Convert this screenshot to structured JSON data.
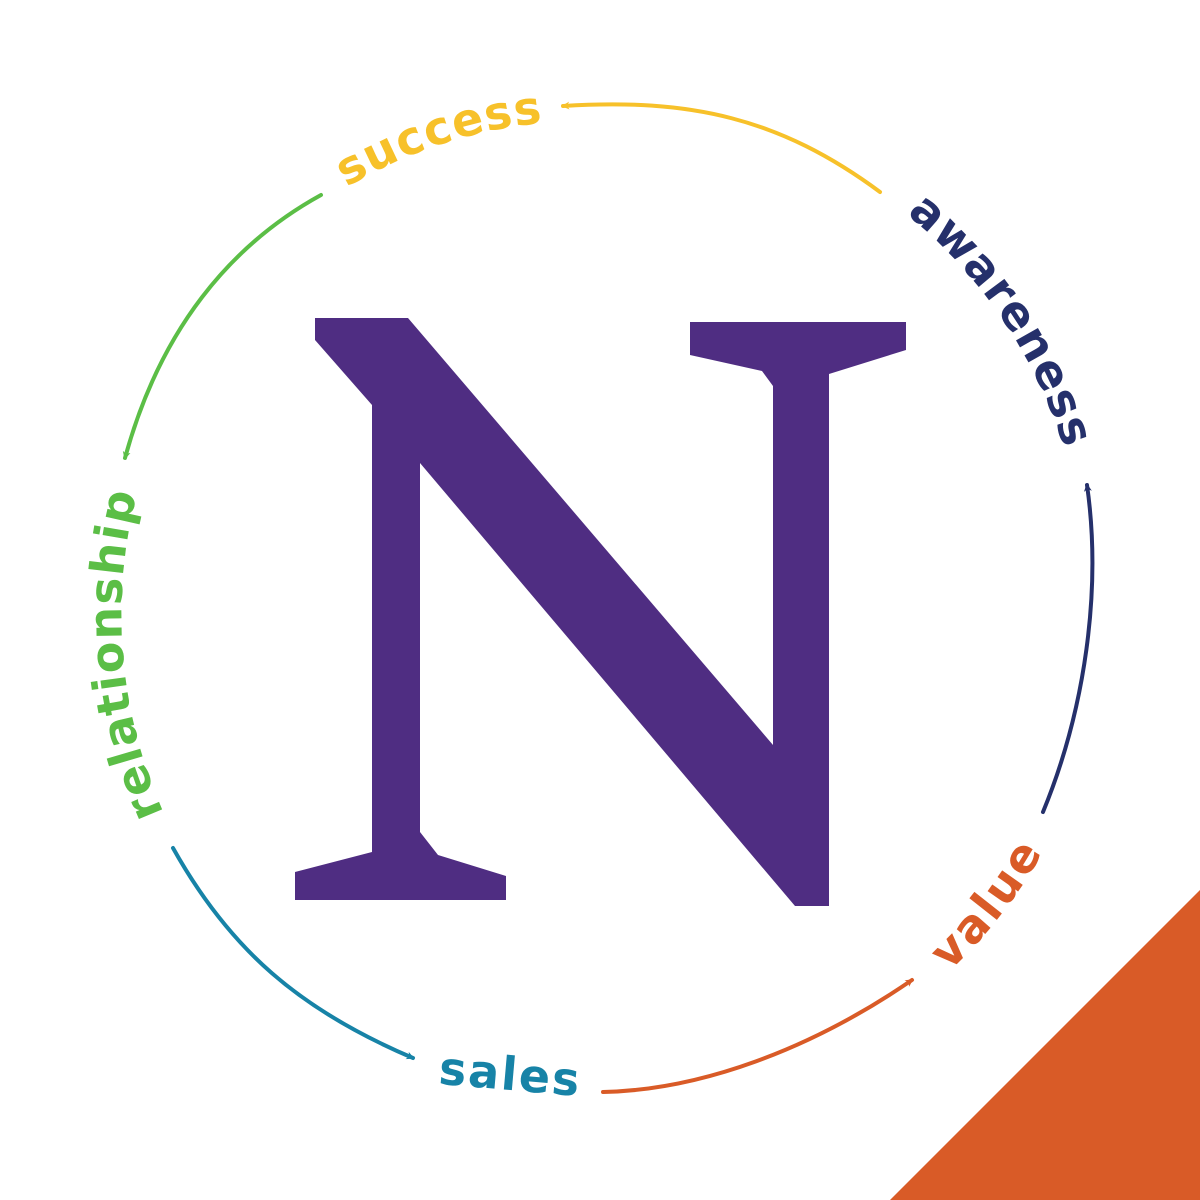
{
  "logo": {
    "letter": "N",
    "color": "#4F2D82"
  },
  "stages": [
    {
      "id": "awareness",
      "label": "awareness",
      "color": "#25306B"
    },
    {
      "id": "success",
      "label": "success",
      "color": "#F7C12A"
    },
    {
      "id": "relationship",
      "label": "relationship",
      "color": "#5BBE46"
    },
    {
      "id": "sales",
      "label": "sales",
      "color": "#1783A7"
    },
    {
      "id": "value",
      "label": "value",
      "color": "#D95B27"
    }
  ],
  "corner_accent": {
    "color": "#D95B27"
  }
}
